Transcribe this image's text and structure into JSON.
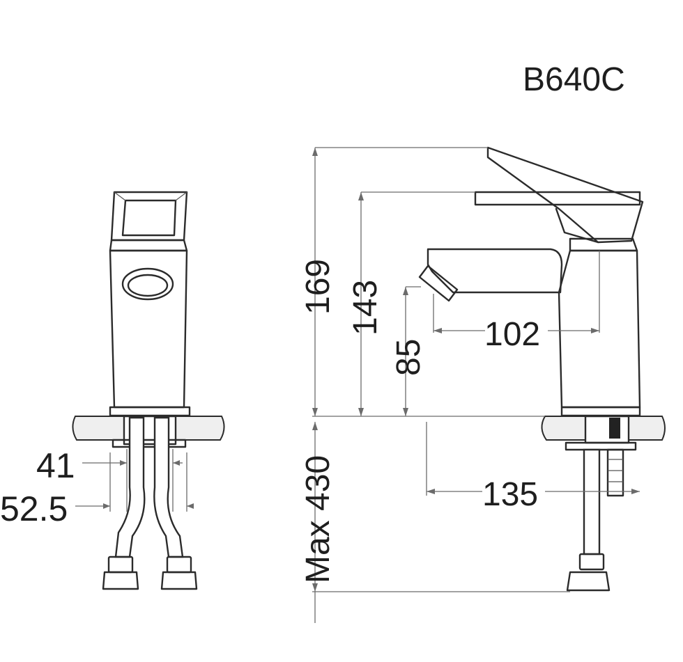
{
  "model": "B640C",
  "dimensions": {
    "height_total": "169",
    "height_handle": "143",
    "height_spout": "85",
    "spout_reach": "102",
    "base_to_spout": "135",
    "hose_length": "Max 430",
    "hose_spacing_inner": "41",
    "hose_spacing_outer": "52.5"
  },
  "colors": {
    "line": "#2b2b2b",
    "dimension": "#6b6b6b",
    "background": "#ffffff"
  }
}
